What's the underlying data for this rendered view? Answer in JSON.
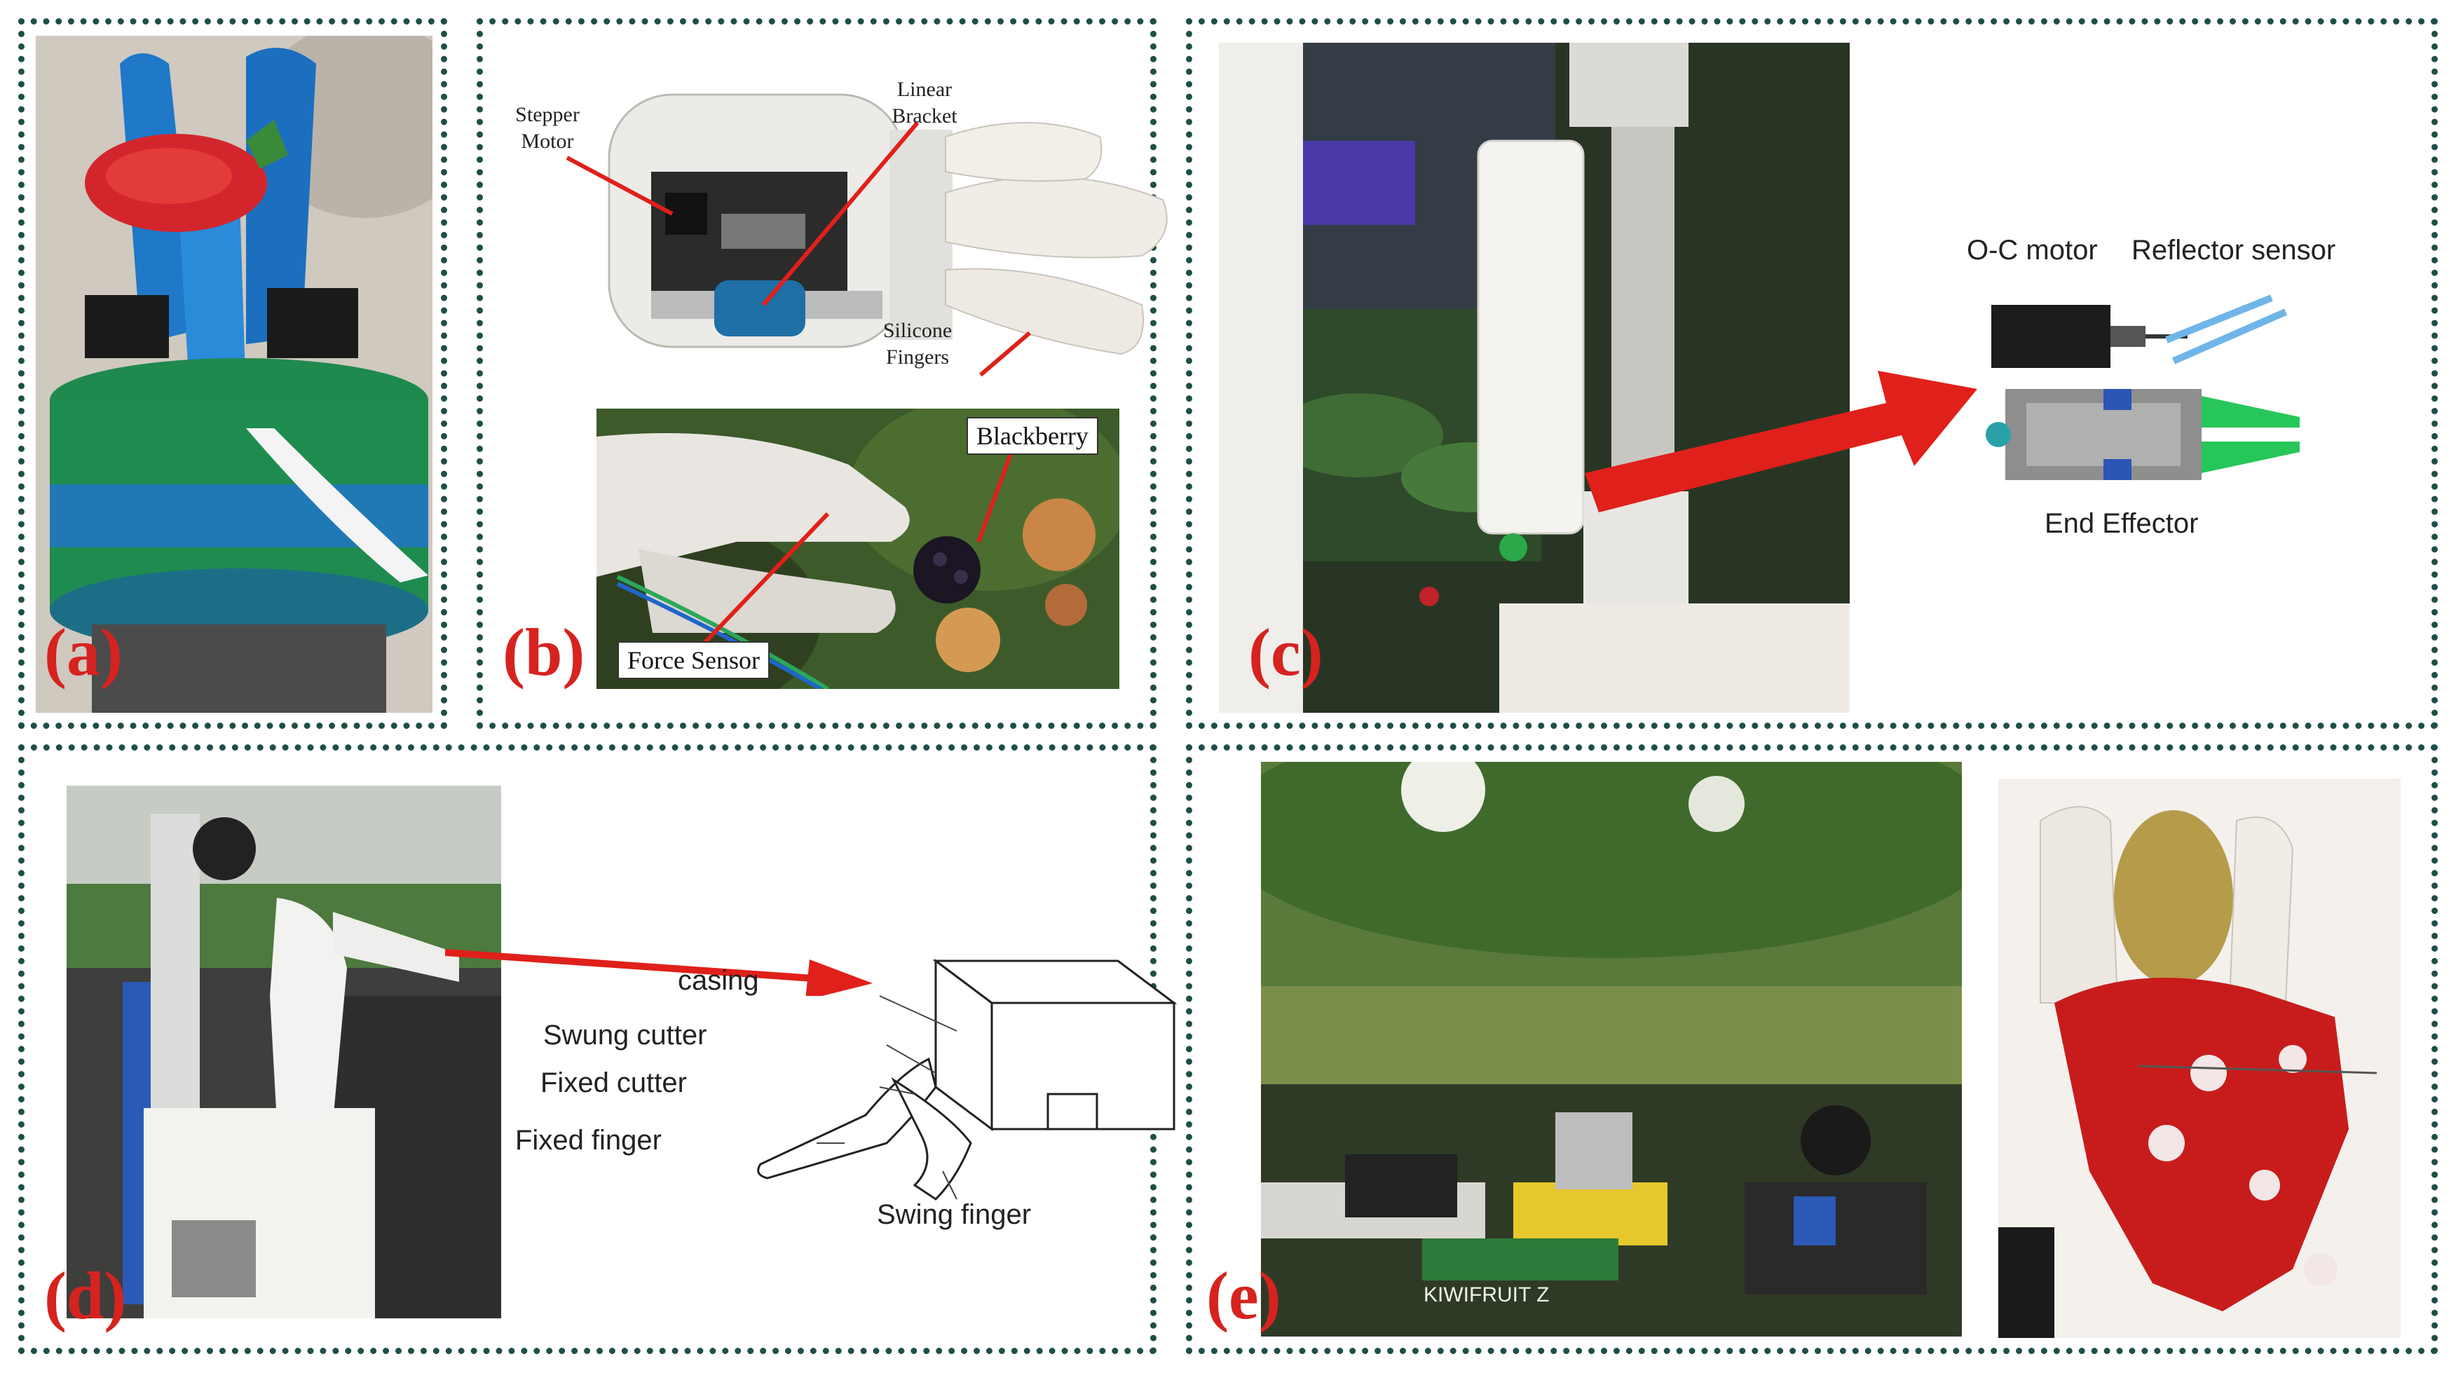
{
  "panels": {
    "a": {
      "tag": "(a)"
    },
    "b": {
      "tag": "(b)",
      "labels": {
        "stepper_motor": "Stepper\nMotor",
        "linear_bracket": "Linear\nBracket",
        "silicone_fingers": "Silicone\nFingers",
        "blackberry": "Blackberry",
        "force_sensor": "Force Sensor"
      }
    },
    "c": {
      "tag": "(c)",
      "labels": {
        "oc_motor": "O-C motor",
        "reflector_sensor": "Reflector sensor",
        "end_effector": "End Effector"
      }
    },
    "d": {
      "tag": "(d)",
      "labels": {
        "casing": "casing",
        "swung_cutter": "Swung cutter",
        "fixed_cutter": "Fixed cutter",
        "fixed_finger": "Fixed finger",
        "swing_finger": "Swing finger"
      }
    },
    "e": {
      "tag": "(e)",
      "sign_text": "KIWIFRUIT Z"
    }
  },
  "colors": {
    "frame": "#1f4e48",
    "tag": "#d6231f",
    "arrow": "#e0201a"
  }
}
